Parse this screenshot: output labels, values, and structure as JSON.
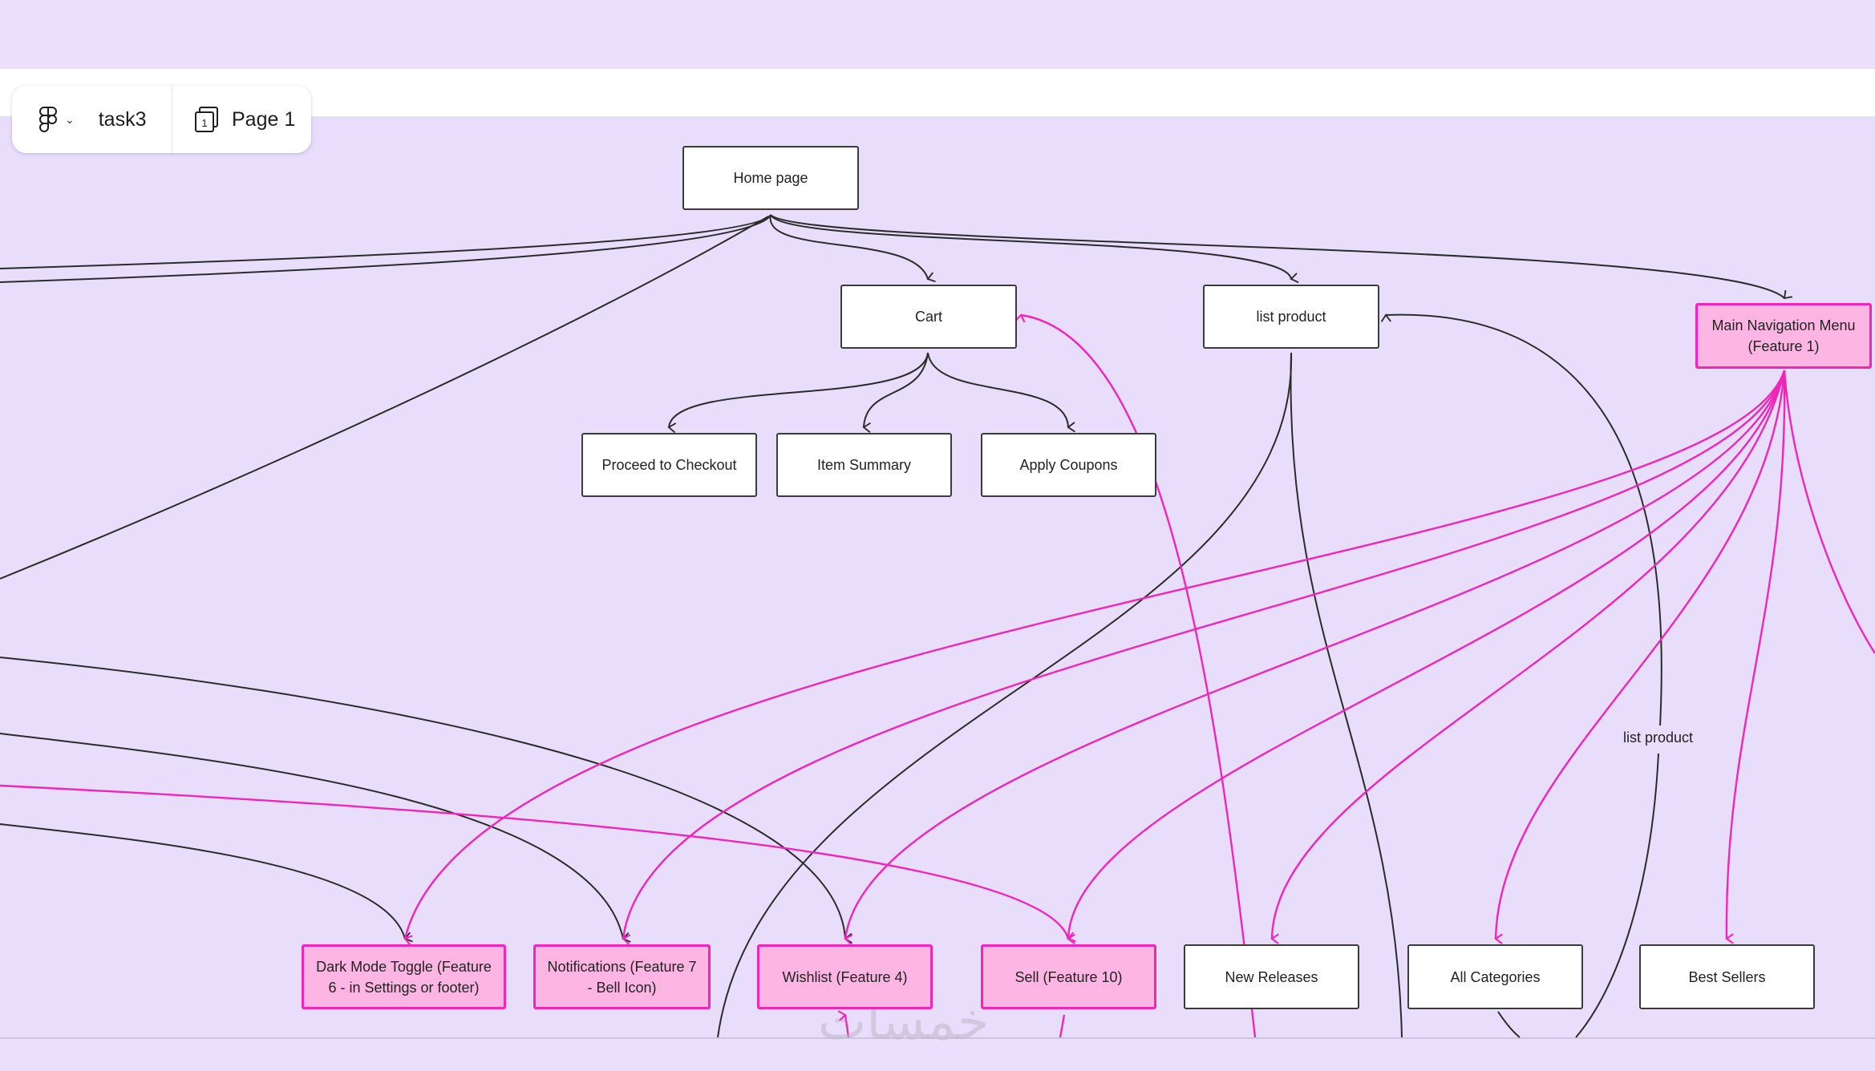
{
  "toolbar": {
    "app_icon": "figma-logo-icon",
    "menu_chevron": "chevron-down-icon",
    "file_name": "task3",
    "page_icon": "pages-icon",
    "page_icon_number": "1",
    "page_name": "Page 1"
  },
  "colors": {
    "background": "#eadffd",
    "feature_fill": "#fdb6e3",
    "feature_stroke": "#f026b8",
    "wire_dark": "#2b2b2b",
    "wire_pink": "#f026b8"
  },
  "nodes": {
    "home": "Home page",
    "cart": "Cart",
    "list_product": "list product",
    "main_nav": "Main Navigation Menu (Feature 1)",
    "checkout": "Proceed to Checkout",
    "item_summary": "Item Summary",
    "apply_coupons": "Apply Coupons",
    "dark_mode": "Dark Mode Toggle (Feature 6 - in Settings or footer)",
    "notifications": "Notifications (Feature 7 - Bell Icon)",
    "wishlist": "Wishlist (Feature 4)",
    "sell": "Sell (Feature 10)",
    "new_releases": "New Releases",
    "all_categories": "All Categories",
    "best_sellers": "Best Sellers"
  },
  "edge_labels": {
    "list_product_label": "list product"
  },
  "watermark": "خمسات"
}
